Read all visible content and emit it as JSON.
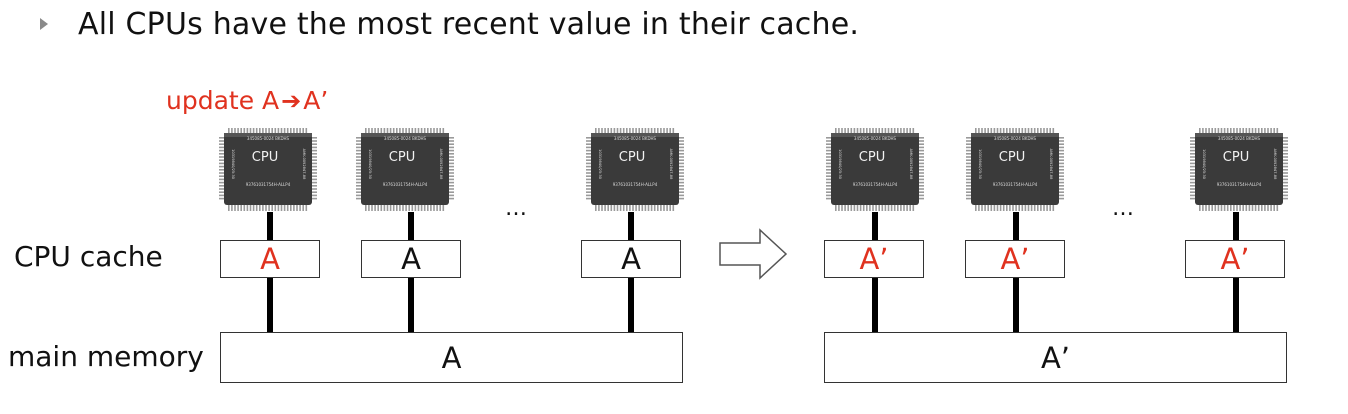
{
  "bullet_text": "All CPUs have the most recent value in their cache.",
  "update_label": {
    "prefix": "update A",
    "arrow": "➔",
    "suffix": "A’"
  },
  "row_labels": {
    "cache": "CPU cache",
    "memory": "main memory"
  },
  "chip": {
    "label": "CPU",
    "top_code": "345085-0024 BKDHS",
    "bottom_code": "93761031754H-ALLP4",
    "left_code": "10319840/25:30",
    "right_code": "AMK-0092847-88"
  },
  "ellipsis": "…",
  "before": {
    "caches": [
      "A",
      "A",
      "A"
    ],
    "memory": "A"
  },
  "after": {
    "caches": [
      "A’",
      "A’",
      "A’"
    ],
    "memory": "A’"
  },
  "colors": {
    "accent": "#e0321f",
    "wire": "#000000",
    "chip_body": "#3a3a3a",
    "chip_pins": "#9a9a9a"
  }
}
